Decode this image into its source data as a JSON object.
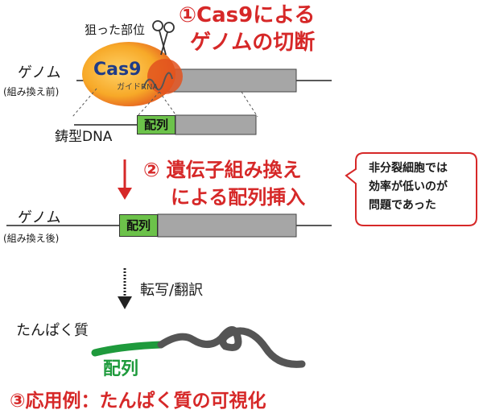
{
  "step1": {
    "title_line1": "①Cas9による",
    "title_line2": "ゲノムの切断"
  },
  "target_site": "狙った部位",
  "cas9": {
    "label": "Cas9",
    "guide": "ガイドRNA"
  },
  "genome_before": {
    "label": "ゲノム",
    "sub": "(組み換え前)"
  },
  "template_dna": "鋳型DNA",
  "sequence": "配列",
  "step2": {
    "title_line1": "② 遺伝子組み換え",
    "title_line2": "による配列挿入"
  },
  "note": {
    "line1": "非分裂細胞では",
    "line2": "効率が低いのが",
    "line3": "問題であった"
  },
  "genome_after": {
    "label": "ゲノム",
    "sub": "(組み換え後)"
  },
  "transcription": "転写/翻訳",
  "protein": "たんぱく質",
  "step3": "③応用例：たんぱく質の可視化",
  "colors": {
    "red": "#d62828",
    "green": "#6cc24a",
    "gray": "#a6a6a6",
    "cas9_orange": "#f7a928",
    "protein_gray": "#555555"
  }
}
